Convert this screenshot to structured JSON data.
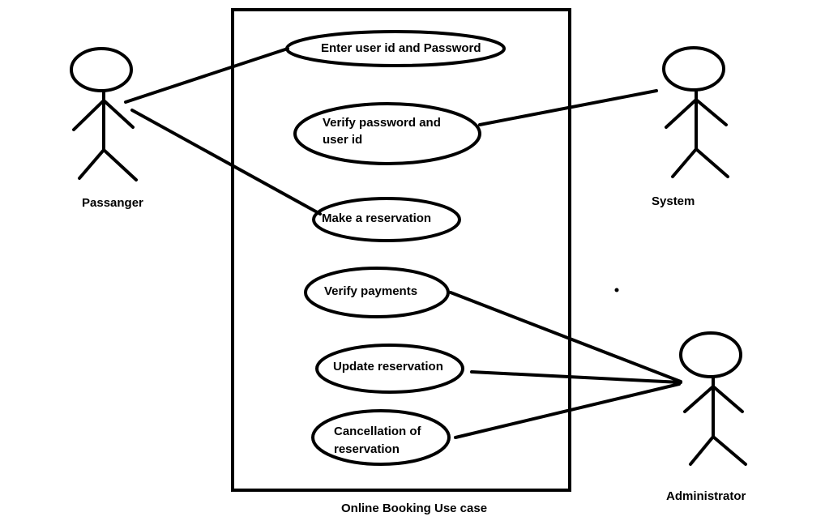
{
  "diagram": {
    "caption": "Online Booking Use case",
    "colors": {
      "stroke": "#000000",
      "background": "#ffffff",
      "text": "#000000"
    },
    "actors": {
      "passenger": "Passanger",
      "system": "System",
      "administrator": "Administrator"
    },
    "use_cases": {
      "login": "Enter user id and Password",
      "verify_password_l1": "Verify password and",
      "verify_password_l2": "user id",
      "reservation": "Make a reservation",
      "verify_payments": "Verify payments",
      "update_reservation": "Update reservation",
      "cancellation_l1": "Cancellation of",
      "cancellation_l2": "reservation"
    }
  }
}
